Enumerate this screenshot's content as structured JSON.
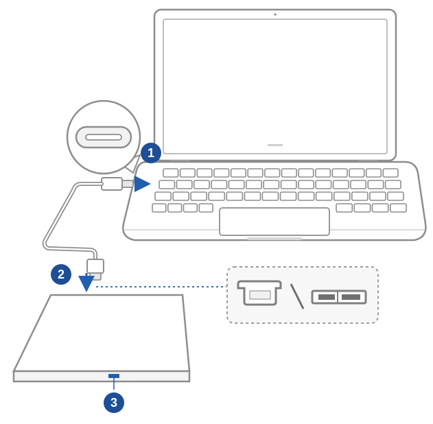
{
  "steps": [
    {
      "label": "1"
    },
    {
      "label": "2"
    },
    {
      "label": "3"
    }
  ],
  "colors": {
    "outline": "#9a9a9a",
    "fill": "#f6f6f6",
    "dark_fill": "#cfcfcf",
    "accent_blue": "#1f5fae",
    "step_badge": "#1e4f96"
  },
  "icons": {
    "laptop": "laptop-icon",
    "usb_c_port": "usb-c-port-icon",
    "usb_a_connector": "usb-a-connector-icon",
    "usb_micro_b_connector": "usb-micro-b-connector-icon",
    "optical_drive": "optical-drive-icon"
  }
}
